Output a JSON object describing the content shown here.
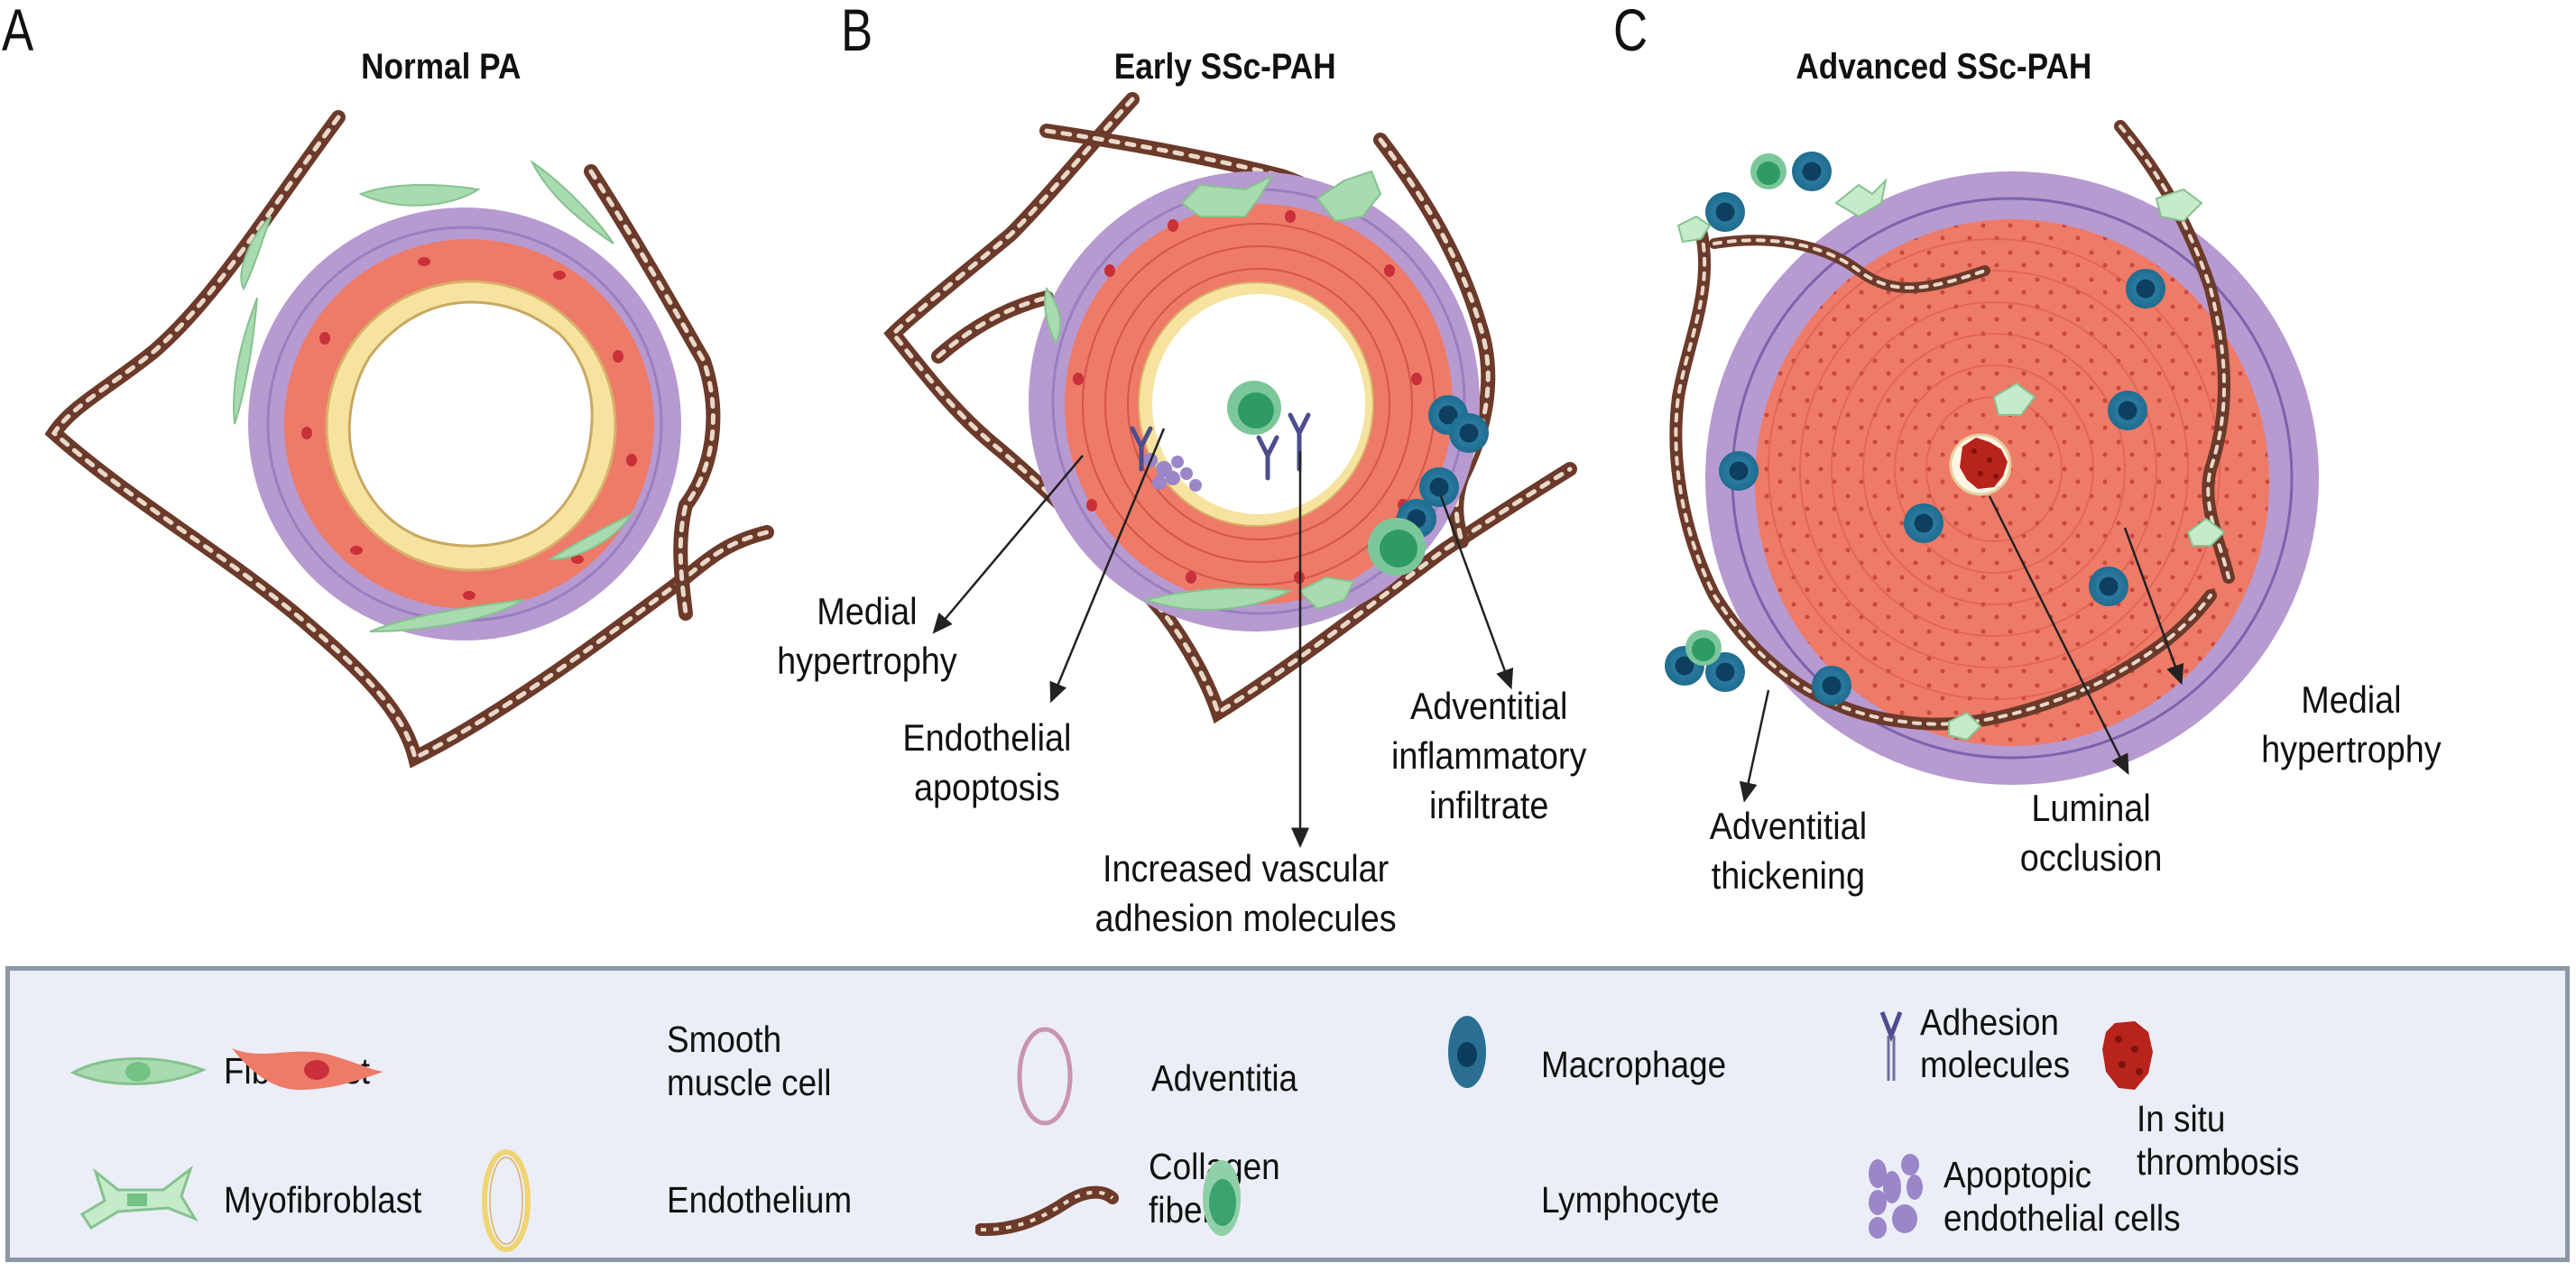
{
  "panels": [
    {
      "letter": "A",
      "title": "Normal PA",
      "annotations": []
    },
    {
      "letter": "B",
      "title": "Early SSc-PAH",
      "annotations": [
        {
          "line1": "Medial",
          "line2": "hypertrophy"
        },
        {
          "line1": "Endothelial",
          "line2": "apoptosis"
        },
        {
          "line1": "Adventitial",
          "line2": "inflammatory",
          "line3": "infiltrate"
        },
        {
          "line1": "Increased vascular",
          "line2": "adhesion molecules"
        }
      ]
    },
    {
      "letter": "C",
      "title": "Advanced SSc-PAH",
      "annotations": [
        {
          "line1": "Adventitial",
          "line2": "thickening"
        },
        {
          "line1": "Luminal",
          "line2": "occlusion"
        },
        {
          "line1": "Medial",
          "line2": "hypertrophy"
        }
      ]
    }
  ],
  "legend": {
    "items": [
      {
        "icon": "fibroblast-icon",
        "label": "Fibroblast"
      },
      {
        "icon": "smooth-muscle-cell-icon",
        "label1": "Smooth",
        "label2": "muscle cell"
      },
      {
        "icon": "adventitia-icon",
        "label": "Adventitia"
      },
      {
        "icon": "macrophage-icon",
        "label": "Macrophage"
      },
      {
        "icon": "adhesion-molecule-icon",
        "label1": "Adhesion",
        "label2": "molecules"
      },
      {
        "icon": "thrombosis-icon",
        "label1": "In situ",
        "label2": "thrombosis"
      },
      {
        "icon": "myofibroblast-icon",
        "label": "Myofibroblast"
      },
      {
        "icon": "endothelium-icon",
        "label": "Endothelium"
      },
      {
        "icon": "collagen-fiber-icon",
        "label1": "Collagen",
        "label2": "fibers"
      },
      {
        "icon": "lymphocyte-icon",
        "label": "Lymphocyte"
      },
      {
        "icon": "apoptotic-cells-icon",
        "label1": "Apoptopic",
        "label2": "endothelial cells"
      }
    ]
  },
  "colors": {
    "adventitia": "#b79ad0",
    "media": "#ee7a68",
    "endothelium": "#f6e3a0",
    "collagen": "#6b3a2a",
    "fibroblast": "#a9dbb0",
    "macrophage": "#1f6c8e",
    "lymphocyte": "#4aae7e",
    "thrombus": "#b8231b",
    "adhesion": "#4b4d8c",
    "legend_bg": "#ebeef6",
    "legend_border": "#8d97a5"
  }
}
